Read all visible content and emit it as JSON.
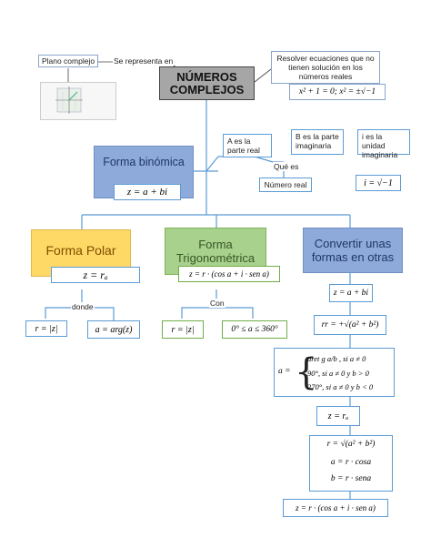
{
  "root": {
    "title_line1": "NÚMEROS",
    "title_line2": "COMPLEJOS"
  },
  "plano": {
    "label": "Plano complejo",
    "connector": "Se representa en"
  },
  "resolver": {
    "text": "Resolver ecuaciones que no tienen solución en los números reales",
    "formula": "x² + 1 = 0; x² = ±√−1"
  },
  "binomica": {
    "title": "Forma binómica",
    "formula": "z = a + bi",
    "a_desc": "A es la parte real",
    "b_desc": "B es la parte imaginaria",
    "i_desc": "i es la unidad imaginaria",
    "i_formula": "i = √−1",
    "que_es": "Qué es",
    "numero_real": "Número real"
  },
  "polar": {
    "title": "Forma Polar",
    "formula": "z = rₐ",
    "donde": "donde",
    "r": "r = |z|",
    "a": "a = arg(z)"
  },
  "trig": {
    "title_line1": "Forma",
    "title_line2": "Trigonométrica",
    "formula": "z = r · (cos a + i · sen a)",
    "con": "Con",
    "r": "r = |z|",
    "range": "0° ≤ a ≤ 360°"
  },
  "convertir": {
    "title_line1": "Convertir unas",
    "title_line2": "formas en otras",
    "z_binomial": "z = a + bi",
    "rr": "rr = +√(a² + b²)",
    "piece1": "aret g a/b , si a ≠ 0",
    "piece2": "90°, si a ≠ 0 y b > 0",
    "piece3": "270°, si a ≠ 0 y b < 0",
    "a_eq": "a =",
    "z_polar": "z = rₐ",
    "r_sqrt": "r = √(a² + b²)",
    "a_cos": "a = r · cosa",
    "b_sen": "b = r · sena",
    "z_trig": "z = r · (cos a + i · sen a)"
  },
  "colors": {
    "root_bg": "#a6a6a6",
    "binomica_bg": "#8eaadb",
    "polar_bg": "#ffd966",
    "trig_bg": "#a9d18e",
    "convertir_bg": "#8eaadb",
    "line": "#5b9bd5"
  }
}
